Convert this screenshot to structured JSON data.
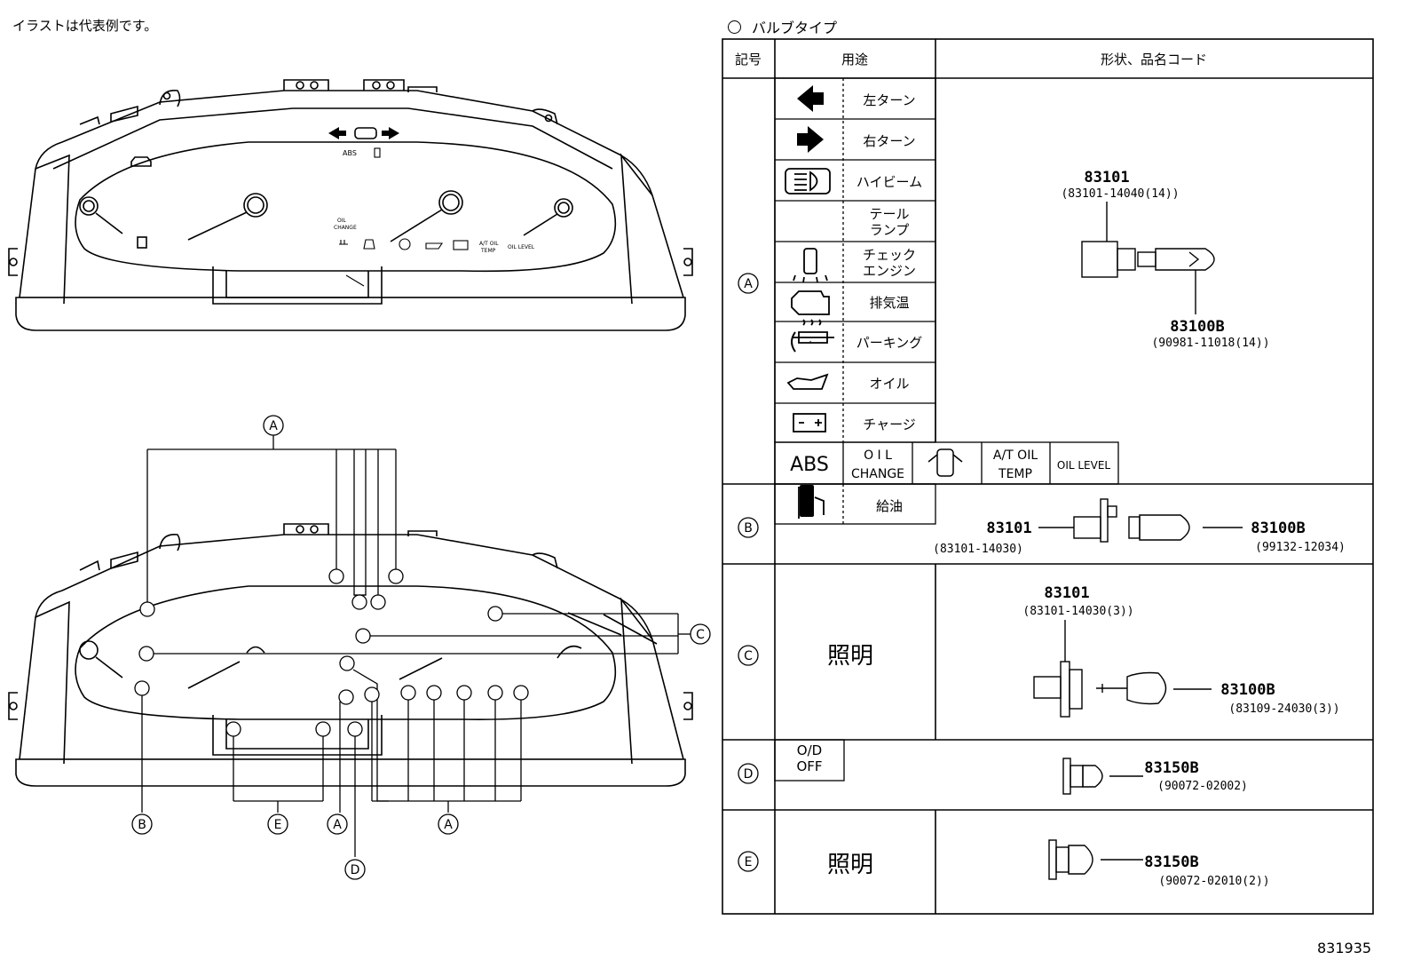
{
  "note": "イラストは代表例です。",
  "bulb_type_title": "バルブタイプ",
  "figure_code": "831935",
  "table": {
    "headers": {
      "symbol": "記号",
      "usage": "用途",
      "shape": "形状、品名コード"
    },
    "rows": {
      "A": {
        "symbol": "A",
        "items": [
          "左ターン",
          "右ターン",
          "ハイビーム",
          "テール\nランプ",
          "チェック\nエンジン",
          "排気温",
          "パーキング",
          "オイル",
          "チャージ"
        ],
        "extra": [
          "ABS",
          "O I L\nCHANGE",
          "",
          "A/T OIL\nTEMP",
          "OIL LEVEL"
        ],
        "part1": "83101",
        "code1": "(83101-14040(14))",
        "part2": "83100B",
        "code2": "(90981-11018(14))"
      },
      "B": {
        "symbol": "B",
        "usage": "給油",
        "part1": "83101",
        "code1": "(83101-14030)",
        "part2": "83100B",
        "code2": "(99132-12034)"
      },
      "C": {
        "symbol": "C",
        "usage": "照明",
        "part1": "83101",
        "code1": "(83101-14030(3))",
        "part2": "83100B",
        "code2": "(83109-24030(3))"
      },
      "D": {
        "symbol": "D",
        "usage": "O/D\nOFF",
        "part": "83150B",
        "code": "(90072-02002)"
      },
      "E": {
        "symbol": "E",
        "usage": "照明",
        "part": "83150B",
        "code": "(90072-02010(2))"
      }
    }
  },
  "cluster_upper": {
    "labels": {
      "abs": "ABS",
      "oil_change": "OIL\nCHANGE",
      "at_temp": "A/T OIL\nTEMP",
      "oil_level": "OIL LEVEL"
    }
  },
  "cluster_lower": {
    "callouts": {
      "A_top": "A",
      "C": "C",
      "B": "B",
      "E": "E",
      "A_mid": "A",
      "A_right": "A",
      "D": "D"
    }
  }
}
